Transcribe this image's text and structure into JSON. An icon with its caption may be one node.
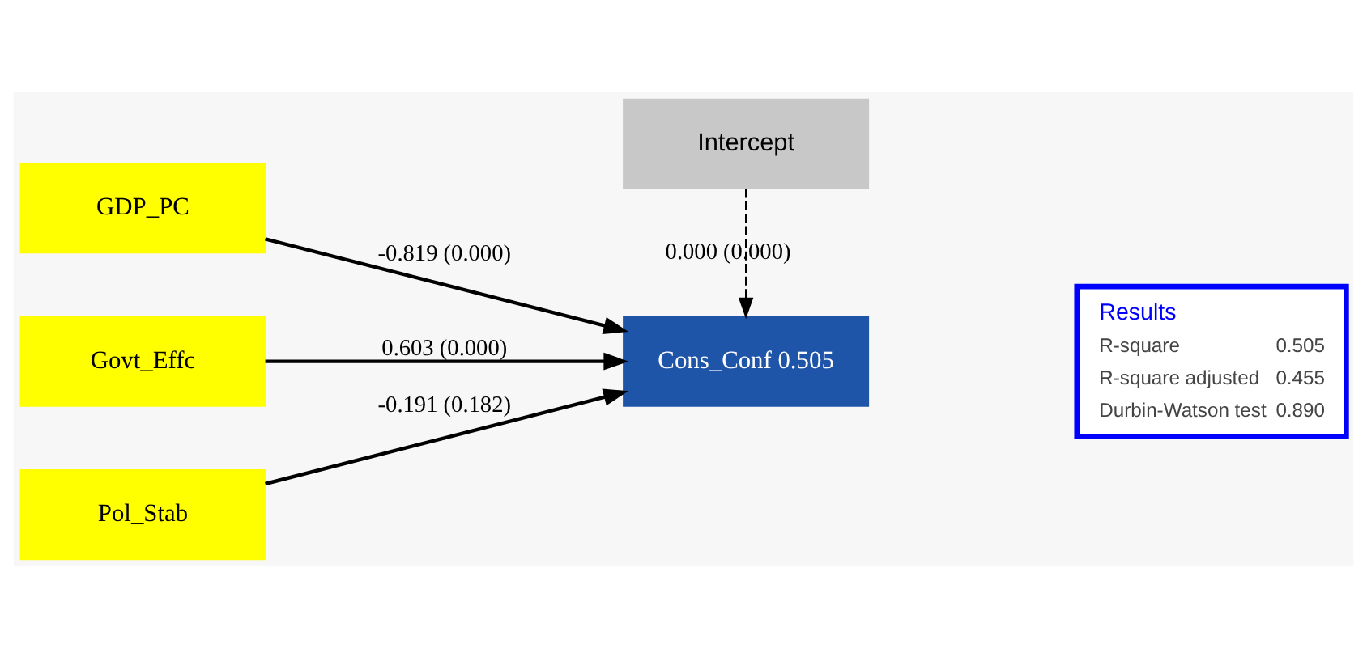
{
  "diagram": {
    "nodes": [
      {
        "text": [
          "GDP_PC"
        ]
      },
      {
        "text": [
          "Govt_Effc"
        ]
      },
      {
        "text": [
          "Pol_Stab"
        ]
      },
      {
        "text": [
          "Cons_Conf 0.505"
        ]
      },
      {
        "text": [
          "Intercept"
        ]
      },
      {
        "text": [
          "Results",
          "R-square",
          "0.505",
          "R-square adjusted",
          "0.455",
          "Durbin-Watson test",
          "0.890"
        ]
      }
    ],
    "edges": [
      {
        "from": 0,
        "to": 3,
        "arrow": "to",
        "label": "-0.819 (0.000)"
      },
      {
        "from": 1,
        "to": 3,
        "arrow": "to",
        "label": "0.603 (0.000)"
      },
      {
        "from": 2,
        "to": 3,
        "arrow": "to",
        "label": "-0.191 (0.182)"
      },
      {
        "from": 4,
        "to": 3,
        "arrow": "to",
        "label": "0.000 (0.000)",
        "style": "dashed"
      }
    ]
  }
}
